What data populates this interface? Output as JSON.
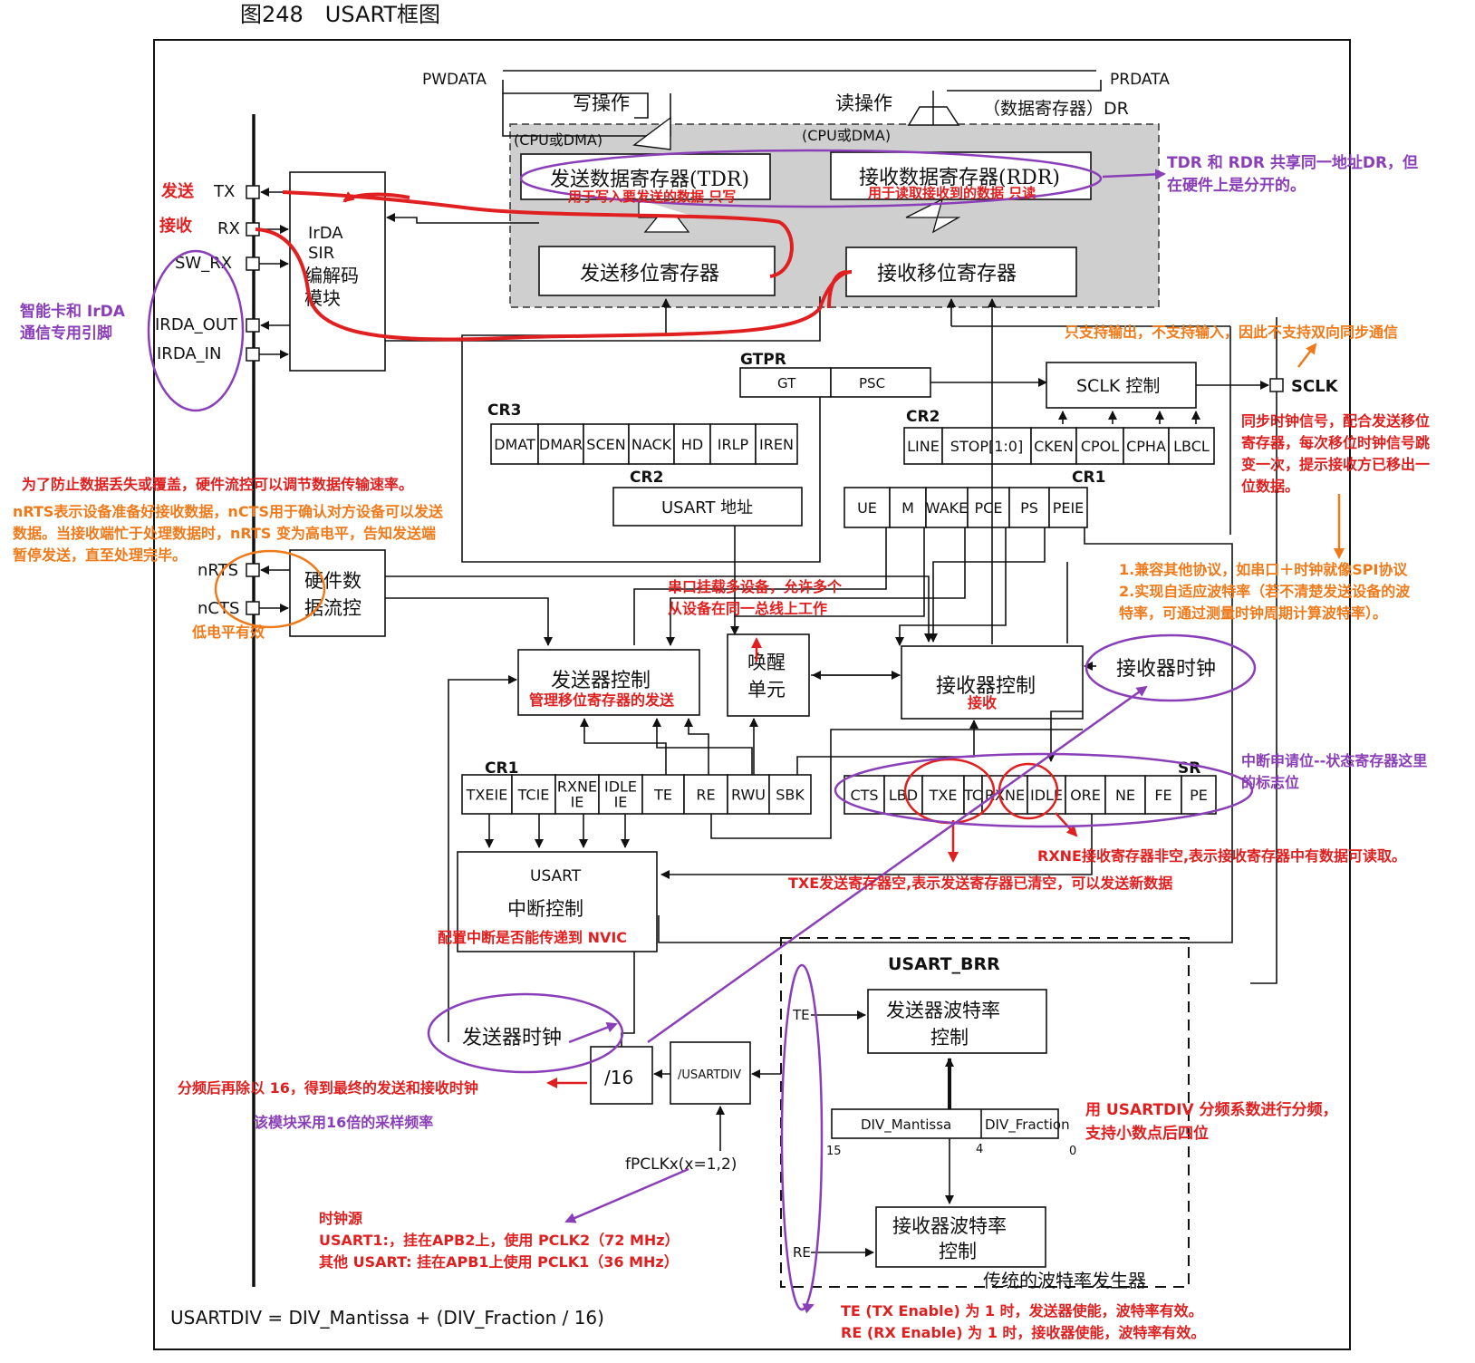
{
  "colors": {
    "red": "#e02020",
    "orange": "#f07a1a",
    "purple": "#8a3fb8",
    "gray_area": "#cfcfcf"
  },
  "title": "图248　USART框图",
  "bus": {
    "pwdata": "PWDATA",
    "prdata": "PRDATA",
    "write_op": "写操作",
    "read_op": "读操作",
    "dr": "（数据寄存器）DR",
    "cpu_dma_w": "(CPU或DMA)",
    "cpu_dma_r": "(CPU或DMA)"
  },
  "registers": {
    "tdr": "发送数据寄存器(TDR)",
    "rdr": "接收数据寄存器(RDR)",
    "tx_shift": "发送移位寄存器",
    "rx_shift": "接收移位寄存器"
  },
  "pins": {
    "tx": "TX",
    "rx": "RX",
    "sw_rx": "SW_RX",
    "irda_out": "IRDA_OUT",
    "irda_in": "IRDA_IN",
    "nrts": "nRTS",
    "ncts": "nCTS",
    "sclk": "SCLK"
  },
  "blocks": {
    "irda": [
      "IrDA",
      "SIR",
      "编解码",
      "模块"
    ],
    "hwflow": [
      "硬件数",
      "据流控"
    ],
    "sclk_ctrl": "SCLK 控制",
    "usart_addr": "USART 地址",
    "wakeup": [
      "唤醒",
      "单元"
    ],
    "tx_ctrl": "发送器控制",
    "rx_ctrl": "接收器控制",
    "rx_clock": "接收器时钟",
    "usart_irq": [
      "USART",
      "中断控制"
    ],
    "tx_clock": "发送器时钟",
    "div16": "/16",
    "usartdiv": "/USARTDIV",
    "fpclk": "fPCLKx(x=1,2)",
    "brr": "USART_BRR",
    "tx_baud": [
      "发送器波特率",
      "控制"
    ],
    "rx_baud": [
      "接收器波特率",
      "控制"
    ],
    "div_mantissa": "DIV_Mantissa",
    "div_fraction": "DIV_Fraction",
    "bit15": "15",
    "bit4": "4",
    "bit0": "0",
    "te": "TE",
    "re": "RE",
    "legacy": "传统的波特率发生器",
    "formula": "USARTDIV = DIV_Mantissa + (DIV_Fraction / 16)"
  },
  "reg_names": {
    "gtpr": "GTPR",
    "cr3": "CR3",
    "cr2a": "CR2",
    "cr2b": "CR2",
    "cr1a": "CR1",
    "cr1b": "CR1",
    "sr": "SR"
  },
  "fields": {
    "gtpr": [
      "GT",
      "PSC"
    ],
    "cr3": [
      "DMAT",
      "DMAR",
      "SCEN",
      "NACK",
      "HD",
      "IRLP",
      "IREN"
    ],
    "cr2": [
      "LINE",
      "STOP[1:0]",
      "CKEN",
      "CPOL",
      "CPHA",
      "LBCL"
    ],
    "cr1_top": [
      "UE",
      "M",
      "WAKE",
      "PCE",
      "PS",
      "PEIE"
    ],
    "cr1_bottom": [
      "TXEIE",
      "TCIE",
      "RXNE IE",
      "IDLE IE",
      "TE",
      "RE",
      "RWU",
      "SBK"
    ],
    "sr": [
      "CTS",
      "LBD",
      "TXE",
      "TC",
      "RXNE",
      "IDLE",
      "ORE",
      "NE",
      "FE",
      "PE"
    ]
  },
  "notes": {
    "send": "发送",
    "recv": "接收",
    "smartcard": [
      "智能卡和 IrDA",
      "通信专用引脚"
    ],
    "tdr_note": "用于写入要发送的数据 只写",
    "rdr_note": "用于读取接收到的数据  只读",
    "shared": [
      "TDR 和 RDR 共享同一地址DR，但",
      "在硬件上是分开的。"
    ],
    "sclk_out": "只支持输出，不支持输入，因此不支持双向同步通信",
    "sync_clk": [
      "同步时钟信号，配合发送移位",
      "寄存器，每次移位时钟信号跳",
      "变一次，提示接收方已移出一",
      "位数据。"
    ],
    "flow_red": "为了防止数据丢失或覆盖，硬件流控可以调节数据传输速率。",
    "flow_orange": [
      "nRTS表示设备准备好接收数据，nCTS用于确认对方设备可以发送",
      "数据。当接收端忙于处理数据时，nRTS 变为高电平，告知发送端",
      "暂停发送，直至处理完毕。"
    ],
    "low_active": "低电平有效",
    "multi_dev": [
      "串口挂载多设备，允许多个",
      "从设备在同一总线上工作"
    ],
    "compat": [
      "1.兼容其他协议，如串口＋时钟就像SPI协议",
      "2.实现自适应波特率（若不清楚发送设备的波",
      "特率，可通过测量时钟周期计算波特率）。"
    ],
    "tx_mgmt": "管理移位寄存器的发送",
    "rx_word": "接收",
    "irq_flags": [
      "中断申请位--状态寄存器这里",
      "的标志位"
    ],
    "rxne_note": "RXNE接收寄存器非空,表示接收寄存器中有数据可读取。",
    "txe_note": "TXE发送寄存器空,表示发送寄存器已清空，可以发送新数据",
    "nvic": "配置中断是否能传递到 NVIC",
    "div16_note": "分频后再除以 16，得到最终的发送和接收时钟",
    "sample16": "该模块采用16倍的采样频率",
    "usartdiv_note": [
      "用 USARTDIV 分频系数进行分频，",
      "支持小数点后四位"
    ],
    "clk_src": [
      "时钟源",
      "USART1:，挂在APB2上，使用 PCLK2（72 MHz）",
      "其他 USART: 挂在APB1上使用 PCLK1（36 MHz）"
    ],
    "te_re": [
      "TE (TX Enable) 为 1 时，发送器使能，波特率有效。",
      "RE (RX Enable) 为 1 时，接收器使能，波特率有效。"
    ]
  }
}
